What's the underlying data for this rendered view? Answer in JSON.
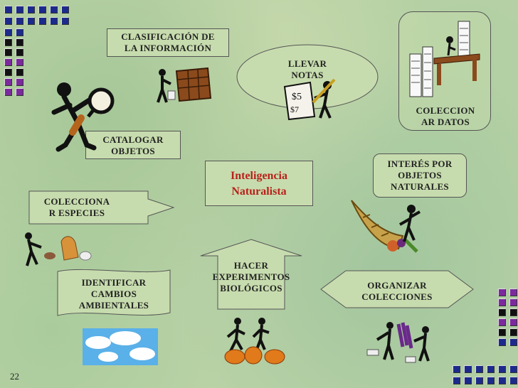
{
  "slide_number": "22",
  "center": {
    "line1": "Inteligencia",
    "line2": "Naturalista"
  },
  "nodes": {
    "clasificacion": {
      "line1": "CLASIFICACIÓN DE",
      "line2": "LA INFORMACIÓN"
    },
    "llevar_notas": {
      "line1": "LLEVAR",
      "line2": "NOTAS"
    },
    "coleccionar_datos": {
      "line1": "COLECCION",
      "line2": "AR DATOS"
    },
    "catalogar": {
      "line1": "CATALOGAR",
      "line2": "OBJETOS"
    },
    "interes": {
      "line1": "INTERÉS POR",
      "line2": "OBJETOS",
      "line3": "NATURALES"
    },
    "coleccionar_especies": {
      "line1": "COLECCIONA",
      "line2": "R ESPECIES"
    },
    "hacer_experimentos": {
      "line1": "HACER",
      "line2": "EXPERIMENTOS",
      "line3": "BIOLÓGICOS"
    },
    "identificar": {
      "line1": "IDENTIFICAR",
      "line2": "CAMBIOS",
      "line3": "AMBIENTALES"
    },
    "organizar": {
      "line1": "ORGANIZAR",
      "line2": "COLECCIONES"
    }
  },
  "colors": {
    "center_text": "#b8211a",
    "box_fill": "#c7dcae",
    "decor_square_blue": "#1c2a8c",
    "decor_square_purple": "#7a2a9c",
    "decor_square_black": "#111111"
  },
  "icons": [
    "magnifier-figure-icon",
    "file-cabinet-figure-icon",
    "writing-figure-icon",
    "paper-stacks-desk-icon",
    "cornucopia-figure-icon",
    "dog-cat-figure-icon",
    "pumpkin-figures-icon",
    "clouds-picture-icon",
    "clothesline-figures-icon"
  ]
}
